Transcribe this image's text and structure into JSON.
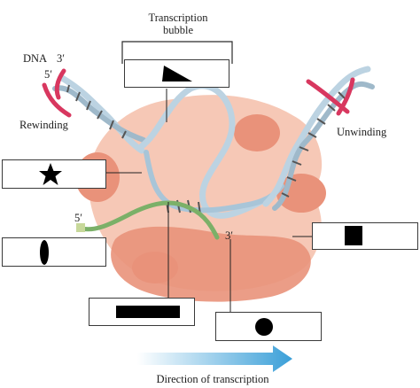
{
  "labels": {
    "transcription_bubble_line1": "Transcription",
    "transcription_bubble_line2": "bubble",
    "dna": "DNA",
    "dna_3prime": "3′",
    "dna_5prime": "5′",
    "rewinding": "Rewinding",
    "unwinding": "Unwinding",
    "rna_5prime": "5′",
    "rna_3prime": "3′",
    "direction": "Direction of transcription"
  },
  "answer_boxes": [
    {
      "id": "triangle",
      "marker": "triangle"
    },
    {
      "id": "star",
      "marker": "star"
    },
    {
      "id": "oval",
      "marker": "oval"
    },
    {
      "id": "square",
      "marker": "square"
    },
    {
      "id": "bar",
      "marker": "bar"
    },
    {
      "id": "circle",
      "marker": "circle"
    }
  ],
  "colors": {
    "polymerase_body": "#f6c8b6",
    "polymerase_lobe": "#e9927a",
    "dna_strand": "#bcd3e2",
    "dna_rung": "#555555",
    "rna_strand": "#7bb068",
    "twist_marker": "#d8375f",
    "arrow_start": "#ffffff",
    "arrow_end": "#3a9fd8",
    "marker": "#000000"
  }
}
